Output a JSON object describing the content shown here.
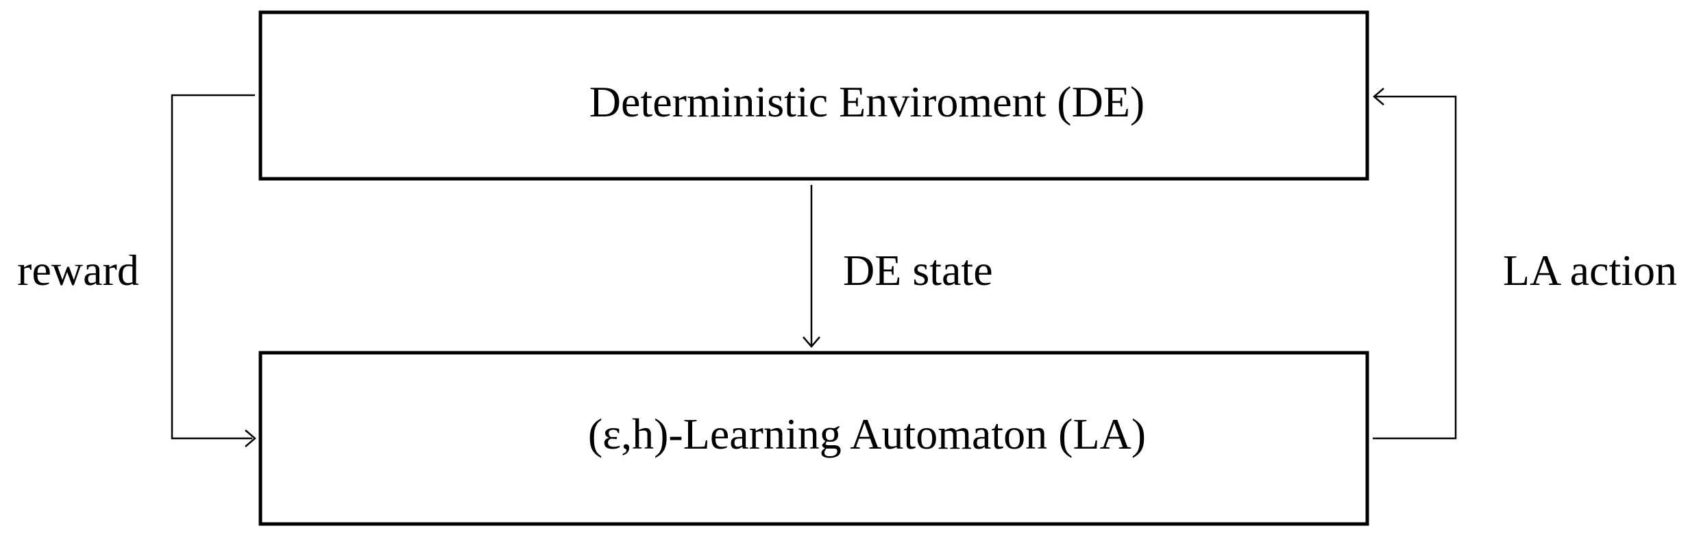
{
  "nodes": {
    "environment": {
      "label": "Deterministic Enviroment (DE)"
    },
    "automaton": {
      "label": "(ε,h)-Learning Automaton (LA)"
    }
  },
  "edges": {
    "reward": {
      "label": "reward"
    },
    "state": {
      "label": "DE state"
    },
    "action": {
      "label": "LA action"
    }
  },
  "colors": {
    "stroke": "#000000",
    "background": "#ffffff"
  }
}
